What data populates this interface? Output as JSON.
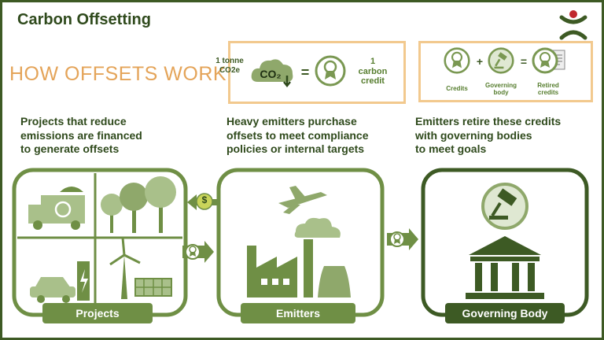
{
  "header": {
    "title": "Carbon Offsetting",
    "headline": "HOW OFFSETS WORK"
  },
  "equation": {
    "tonne_line1": "1 tonne",
    "tonne_line2": "CO2e",
    "co2": "CO₂",
    "equals": "=",
    "credit_line1": "1",
    "credit_line2": "carbon",
    "credit_line3": "credit"
  },
  "retire_formula": {
    "credits": "Credits",
    "plus": "+",
    "governing_line1": "Governing",
    "governing_line2": "body",
    "equals": "=",
    "retired_line1": "Retired",
    "retired_line2": "credits"
  },
  "steps": [
    {
      "line1": "Projects that reduce",
      "line2": "emissions are financed",
      "line3": "to generate offsets"
    },
    {
      "line1": "Heavy emitters purchase",
      "line2": "offsets to meet compliance",
      "line3": "policies or internal targets"
    },
    {
      "line1": "Emitters retire these credits",
      "line2": "with governing bodies",
      "line3": "to meet goals"
    }
  ],
  "panels": {
    "projects": "Projects",
    "emitters": "Emitters",
    "governing": "Governing Body"
  },
  "flow": {
    "dollar": "$"
  },
  "colors": {
    "dark_green": "#3d5a24",
    "mid_green": "#6f8f45",
    "light_green": "#a9c08a",
    "orange": "#e4a459",
    "logo_red": "#c0272d"
  }
}
